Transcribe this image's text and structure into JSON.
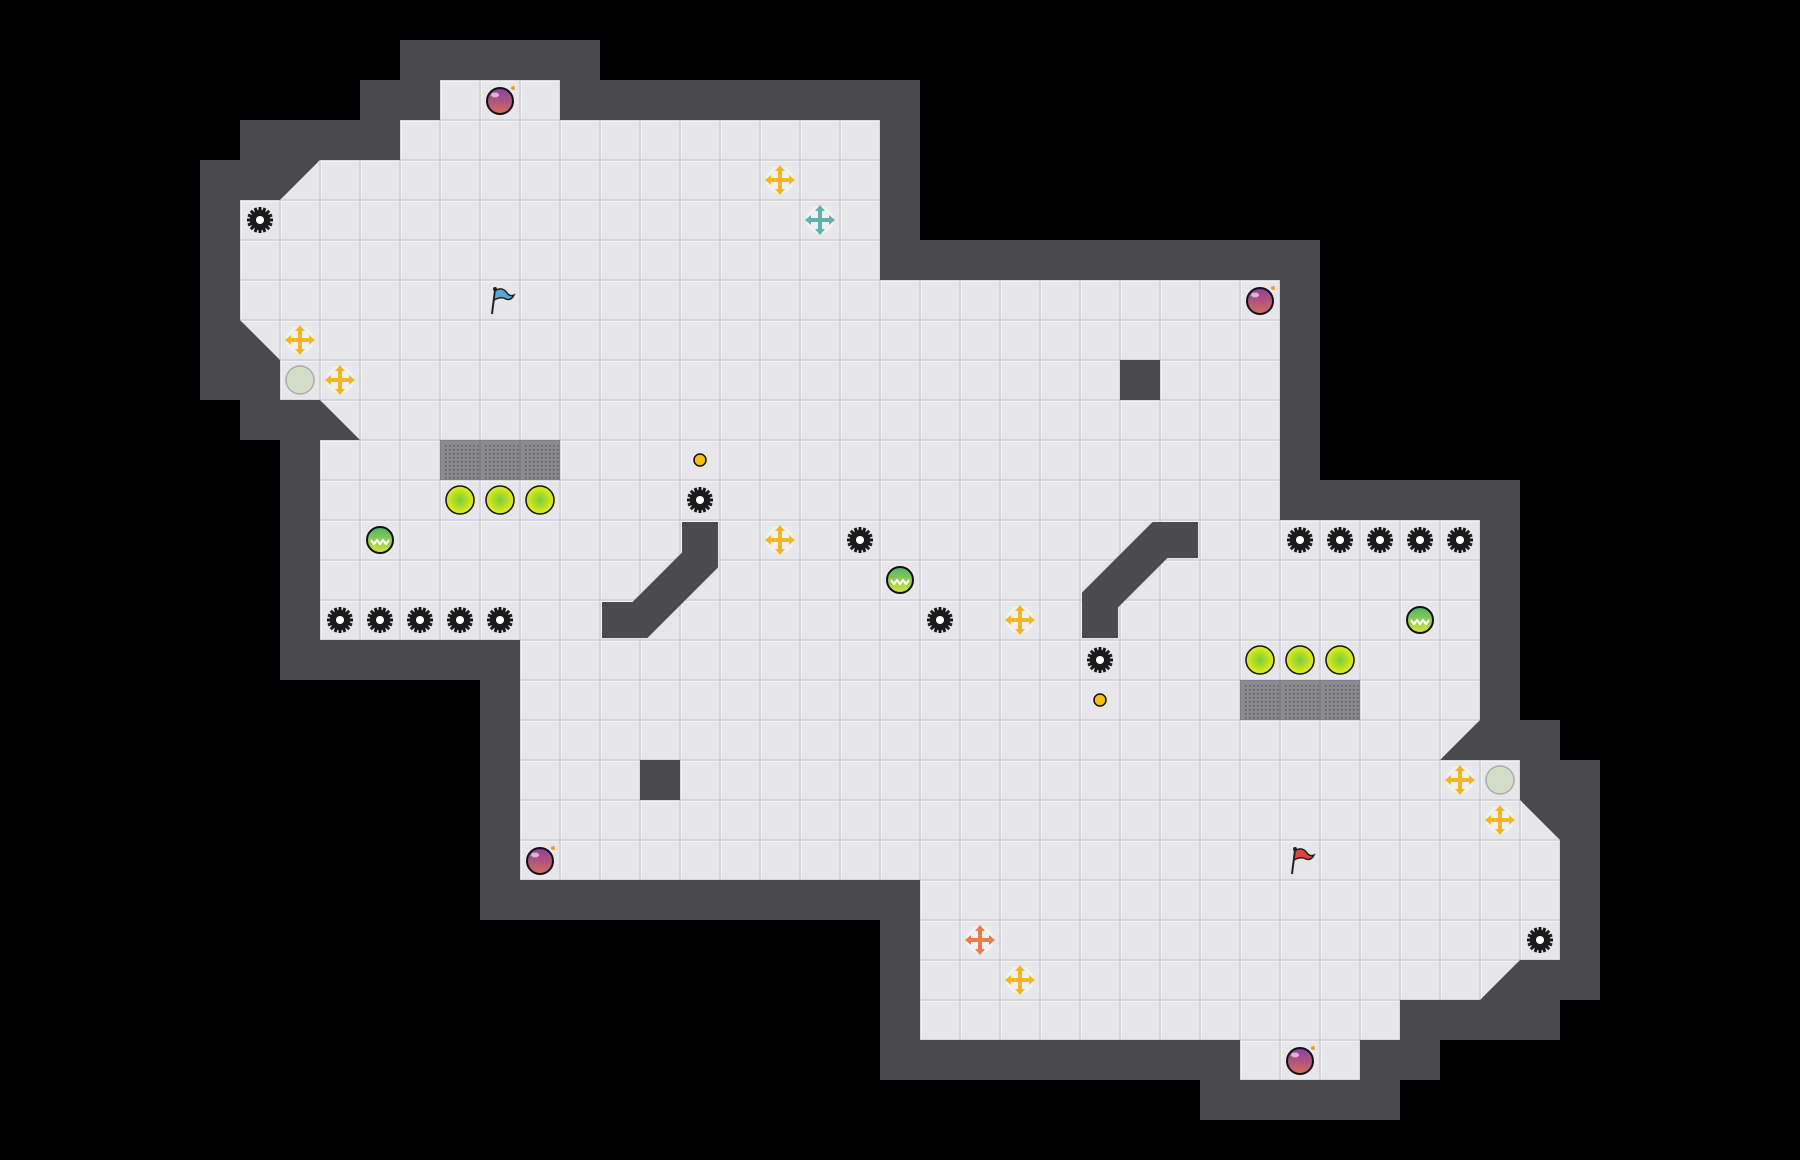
{
  "game": {
    "colors": {
      "background": "#000000",
      "wall": "#4a4a4f",
      "floor": "#e7e7eb",
      "floor_line": "#d3d3d8",
      "saw": "#1a1a1a",
      "coin": "#e6ec1a",
      "coin_center": "#7ccf3a",
      "bomb": "#9a4f92",
      "move_cross_yellow": "#f5b623",
      "move_cross_teal": "#5fb3ad",
      "move_cross_orange": "#f07b4a",
      "pale_circle": "#d3dcc6",
      "flag_start": "#5aa7d6",
      "flag_goal": "#e0433b",
      "grate": "#8a8a8d",
      "striped_ball": "#6dc06b"
    },
    "entity_types": [
      "saw-blade",
      "coin",
      "gold-dot",
      "bomb",
      "move-cross",
      "pale-circle",
      "striped-ball",
      "start-flag",
      "goal-flag",
      "grate",
      "block"
    ]
  }
}
